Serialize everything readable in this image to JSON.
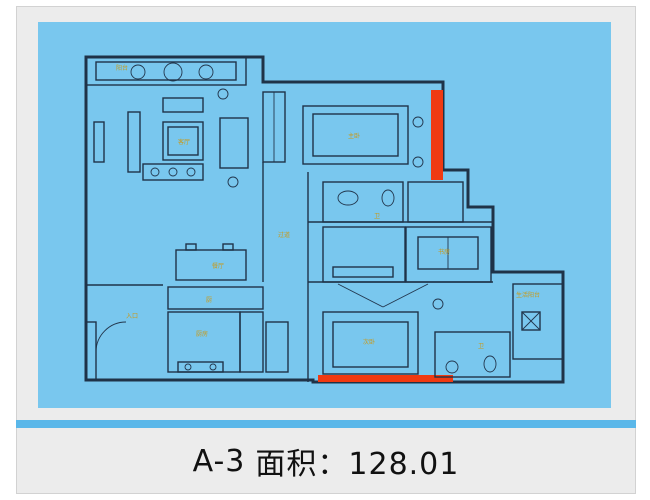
{
  "plan": {
    "room_labels": {
      "balcony": "阳台",
      "living": "客厅",
      "master_bedroom": "主卧",
      "bath_1": "卫",
      "corridor": "过道",
      "study": "书房",
      "dining": "餐厅",
      "kitchen_counter": "厨",
      "kitchen": "厨房",
      "entry": "入口",
      "second_bedroom": "次卧",
      "bath_2": "卫",
      "service_balcony": "生活阳台"
    },
    "accent_color": "#f03a12",
    "panel_color": "#79c7ee"
  },
  "caption": {
    "unit": "A-3",
    "area_label": "面积：128.01"
  }
}
